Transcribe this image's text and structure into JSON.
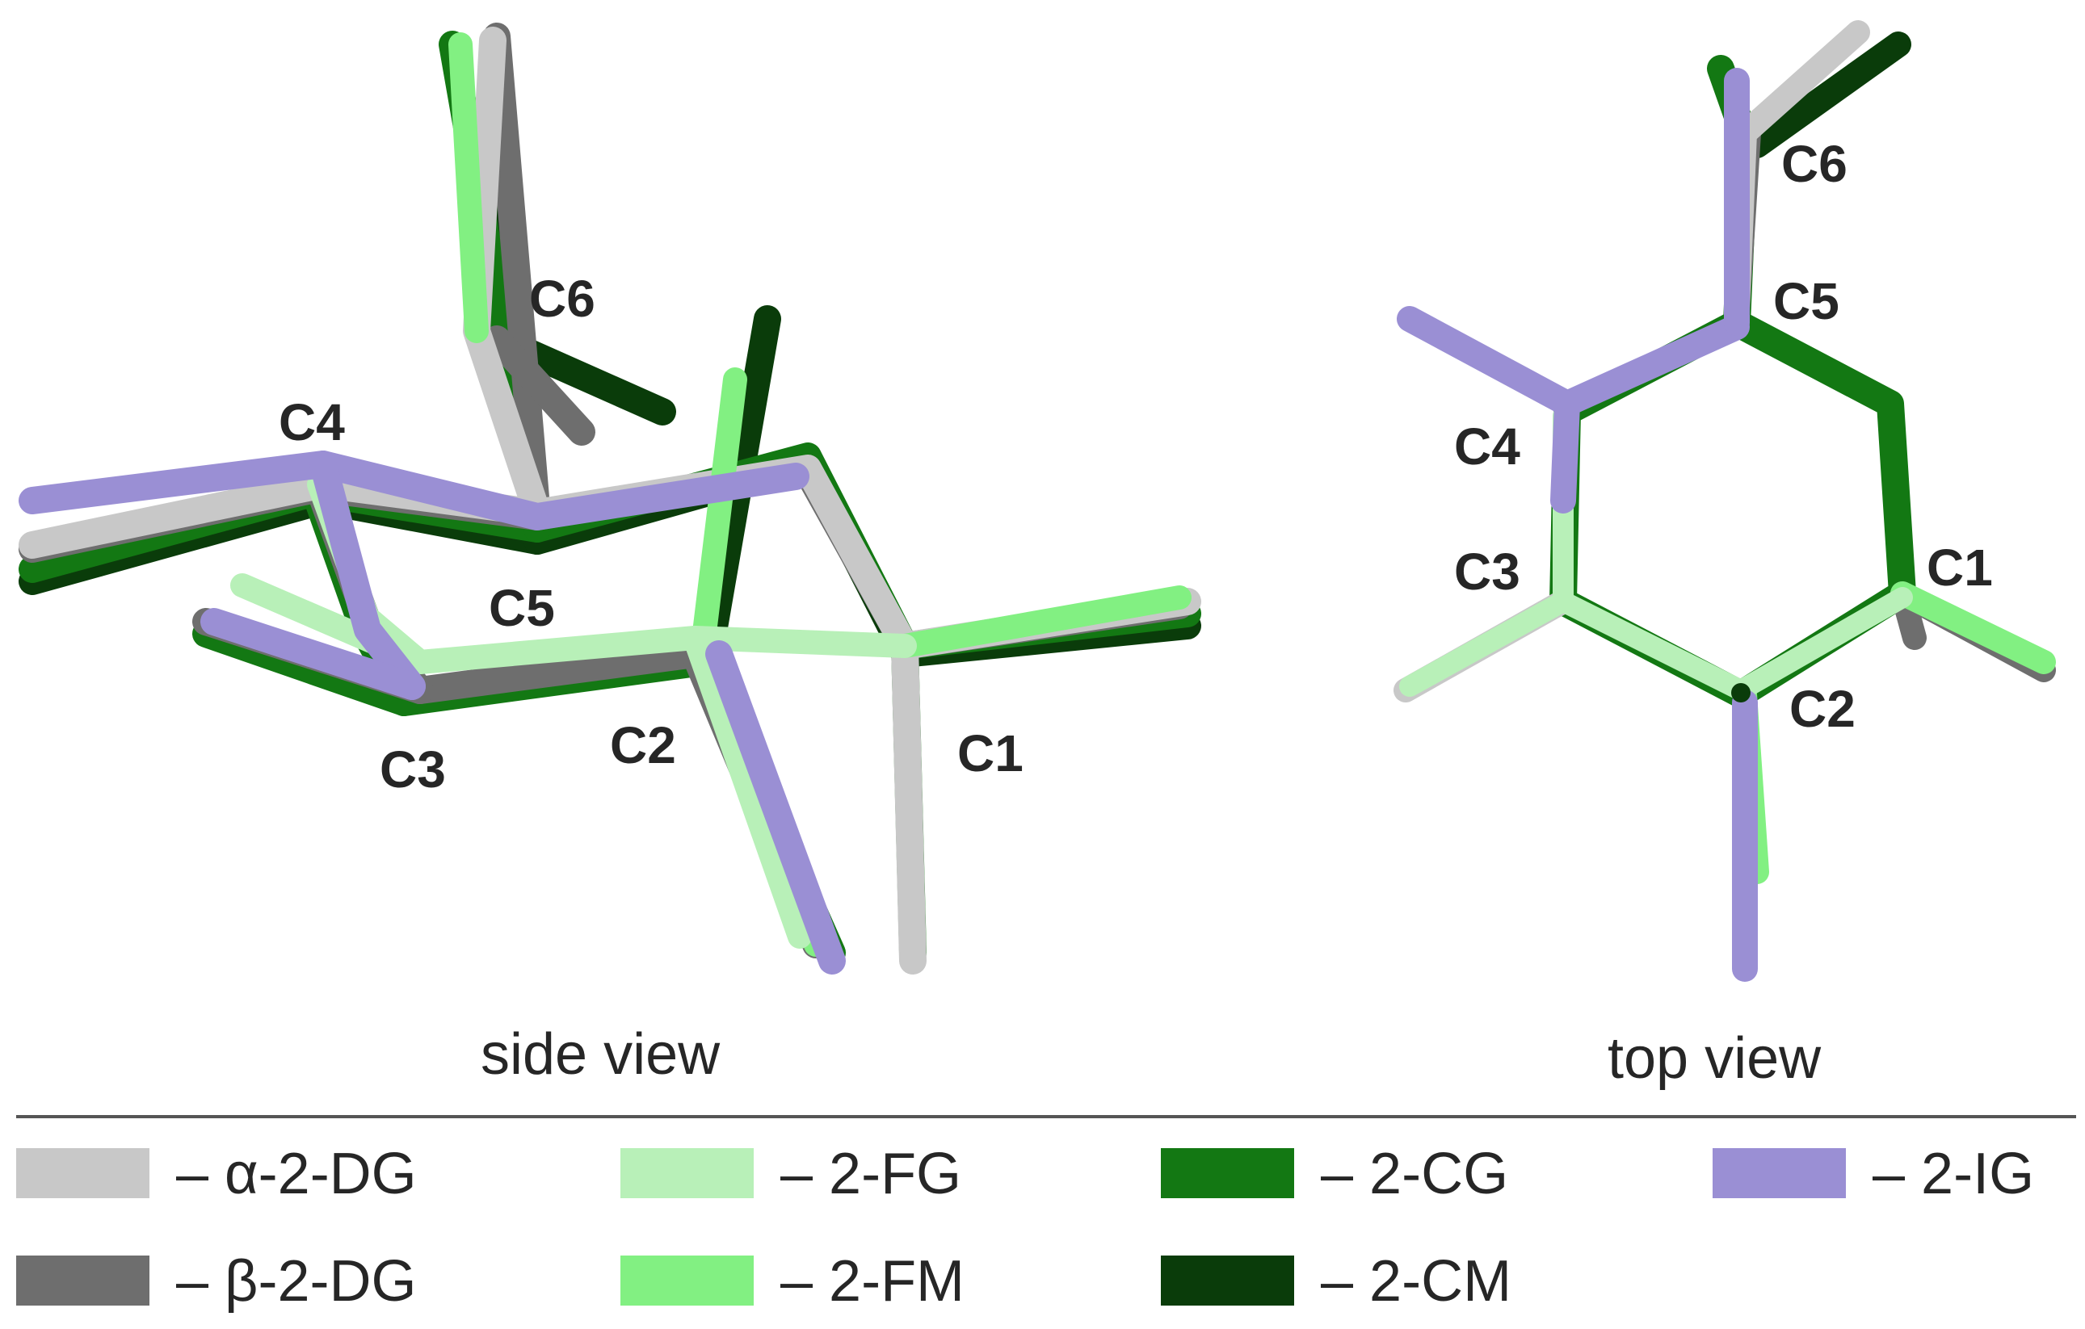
{
  "side_view": {
    "caption": "side view",
    "atoms": {
      "c1": "C1",
      "c2": "C2",
      "c3": "C3",
      "c4": "C4",
      "c5": "C5",
      "c6": "C6"
    }
  },
  "top_view": {
    "caption": "top view",
    "atoms": {
      "c1": "C1",
      "c2": "C2",
      "c3": "C3",
      "c4": "C4",
      "c5": "C5",
      "c6": "C6"
    }
  },
  "legend": [
    {
      "label": "– α-2-DG",
      "color": "#c8c8c8"
    },
    {
      "label": "– β-2-DG",
      "color": "#6e6e6e"
    },
    {
      "label": "– 2-FG",
      "color": "#b8f0b8"
    },
    {
      "label": "– 2-FM",
      "color": "#82f082"
    },
    {
      "label": "– 2-CG",
      "color": "#137813"
    },
    {
      "label": "– 2-CM",
      "color": "#0a3c0a"
    },
    {
      "label": "– 2-IG",
      "color": "#9a8fd4"
    }
  ],
  "colors": {
    "alpha_2_dg": "#c8c8c8",
    "beta_2_dg": "#6e6e6e",
    "fg_2": "#b8f0b8",
    "fm_2": "#82f082",
    "cg_2": "#137813",
    "cm_2": "#0a3c0a",
    "ig_2": "#9a8fd4",
    "divider": "#555555"
  }
}
